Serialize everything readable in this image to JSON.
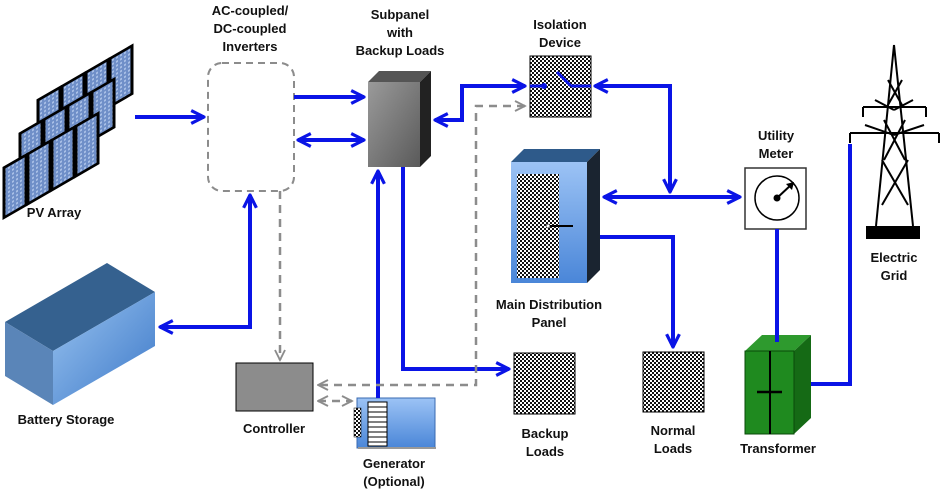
{
  "title": "PV system with backup loads",
  "labels": {
    "pv_array": "PV Array",
    "inverters": [
      "AC-coupled/",
      "DC-coupled",
      "Inverters"
    ],
    "subpanel": [
      "Subpanel",
      "with",
      "Backup Loads"
    ],
    "isolation": [
      "Isolation",
      "Device"
    ],
    "utility_meter": [
      "Utility",
      "Meter"
    ],
    "electric_grid": [
      "Electric",
      "Grid"
    ],
    "main_panel": [
      "Main Distribution",
      "Panel"
    ],
    "battery": "Battery Storage",
    "controller": "Controller",
    "generator": [
      "Generator",
      "(Optional)"
    ],
    "backup_loads": [
      "Backup",
      "Loads"
    ],
    "normal_loads": [
      "Normal",
      "Loads"
    ],
    "transformer": "Transformer"
  },
  "colors": {
    "power_line": "#0a14e6",
    "control_line": "#8c8c8c",
    "battery": "#4f81bd",
    "panel": "#6fa0e0",
    "transformer": "#1f8a1f",
    "controller": "#8c8c8c"
  }
}
